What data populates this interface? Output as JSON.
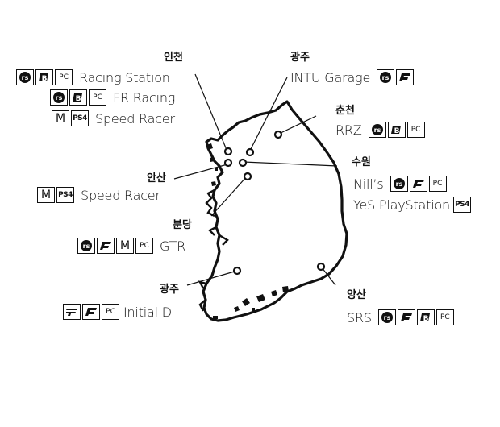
{
  "map": {
    "places": [
      {
        "id": "incheon",
        "region": "인천",
        "shops": [
          {
            "name": "Racing Station",
            "badges": [
              "rs-icon",
              "b-icon",
              "pc-icon"
            ]
          },
          {
            "name": "FR Racing",
            "badges": [
              "rs-icon",
              "b-icon",
              "pc-icon"
            ]
          },
          {
            "name": "Speed Racer",
            "badges": [
              "m-icon",
              "ps4-icon"
            ]
          }
        ]
      },
      {
        "id": "gwangju-north",
        "region": "광주",
        "shops": [
          {
            "name": "INTU Garage",
            "badges": [
              "rs-icon",
              "f-icon"
            ]
          }
        ]
      },
      {
        "id": "chuncheon",
        "region": "춘천",
        "shops": [
          {
            "name": "RRZ",
            "badges": [
              "rs-icon",
              "b-icon",
              "pc-icon"
            ]
          }
        ]
      },
      {
        "id": "suwon",
        "region": "수원",
        "shops": [
          {
            "name": "Nill’s",
            "badges": [
              "rs-icon",
              "f-icon",
              "pc-icon"
            ]
          },
          {
            "name": "YeS PlayStation",
            "badges": [
              "ps4-icon"
            ]
          }
        ]
      },
      {
        "id": "ansan",
        "region": "안산",
        "shops": [
          {
            "name": "Speed Racer",
            "badges": [
              "m-icon",
              "ps4-icon"
            ]
          }
        ]
      },
      {
        "id": "bundang",
        "region": "분당",
        "shops": [
          {
            "name": "GTR",
            "badges": [
              "rs-icon",
              "f-icon",
              "m-icon",
              "pc-icon"
            ]
          }
        ]
      },
      {
        "id": "gwangju-south",
        "region": "광주",
        "shops": [
          {
            "name": "Initial D",
            "badges": [
              "ff-icon",
              "f-icon",
              "pc-icon"
            ]
          }
        ]
      },
      {
        "id": "yangsan",
        "region": "양산",
        "shops": [
          {
            "name": "SRS",
            "badges": [
              "rs-icon",
              "f-icon",
              "b-icon",
              "pc-icon"
            ]
          }
        ]
      }
    ],
    "badge_text": {
      "m": "M",
      "pc": "PC",
      "ps4": "PS4"
    }
  }
}
